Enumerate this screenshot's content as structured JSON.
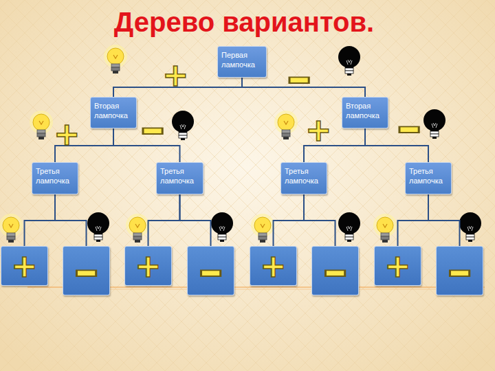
{
  "diagram": {
    "title": "Дерево вариантов.",
    "nodes": [
      {
        "text": [
          "Первая лампочка"
        ]
      },
      {
        "text": [
          "Вторая лампочка"
        ]
      },
      {
        "text": [
          "Вторая лампочка"
        ]
      },
      {
        "text": [
          "Третья лампочка"
        ]
      },
      {
        "text": [
          "Третья лампочка"
        ]
      },
      {
        "text": [
          "Третья лампочка"
        ]
      },
      {
        "text": [
          "Третья лампочка"
        ]
      },
      {
        "text": [
          "+"
        ]
      },
      {
        "text": [
          "-"
        ]
      },
      {
        "text": [
          "+"
        ]
      },
      {
        "text": [
          "-"
        ]
      },
      {
        "text": [
          "+"
        ]
      },
      {
        "text": [
          "-"
        ]
      },
      {
        "text": [
          "+"
        ]
      },
      {
        "text": [
          "-"
        ]
      }
    ],
    "edges": [
      {
        "from": 0,
        "to": 1,
        "arrow": "none"
      },
      {
        "from": 0,
        "to": 2,
        "arrow": "none"
      },
      {
        "from": 1,
        "to": 3,
        "arrow": "none"
      },
      {
        "from": 1,
        "to": 4,
        "arrow": "none"
      },
      {
        "from": 2,
        "to": 5,
        "arrow": "none"
      },
      {
        "from": 2,
        "to": 6,
        "arrow": "none"
      },
      {
        "from": 3,
        "to": 7,
        "arrow": "none"
      },
      {
        "from": 3,
        "to": 8,
        "arrow": "none"
      },
      {
        "from": 4,
        "to": 9,
        "arrow": "none"
      },
      {
        "from": 4,
        "to": 10,
        "arrow": "none"
      },
      {
        "from": 5,
        "to": 11,
        "arrow": "none"
      },
      {
        "from": 5,
        "to": 12,
        "arrow": "none"
      },
      {
        "from": 6,
        "to": 13,
        "arrow": "none"
      },
      {
        "from": 6,
        "to": 14,
        "arrow": "none"
      }
    ],
    "labels": [
      "+",
      "-",
      "+",
      "-",
      "+",
      "-"
    ]
  }
}
